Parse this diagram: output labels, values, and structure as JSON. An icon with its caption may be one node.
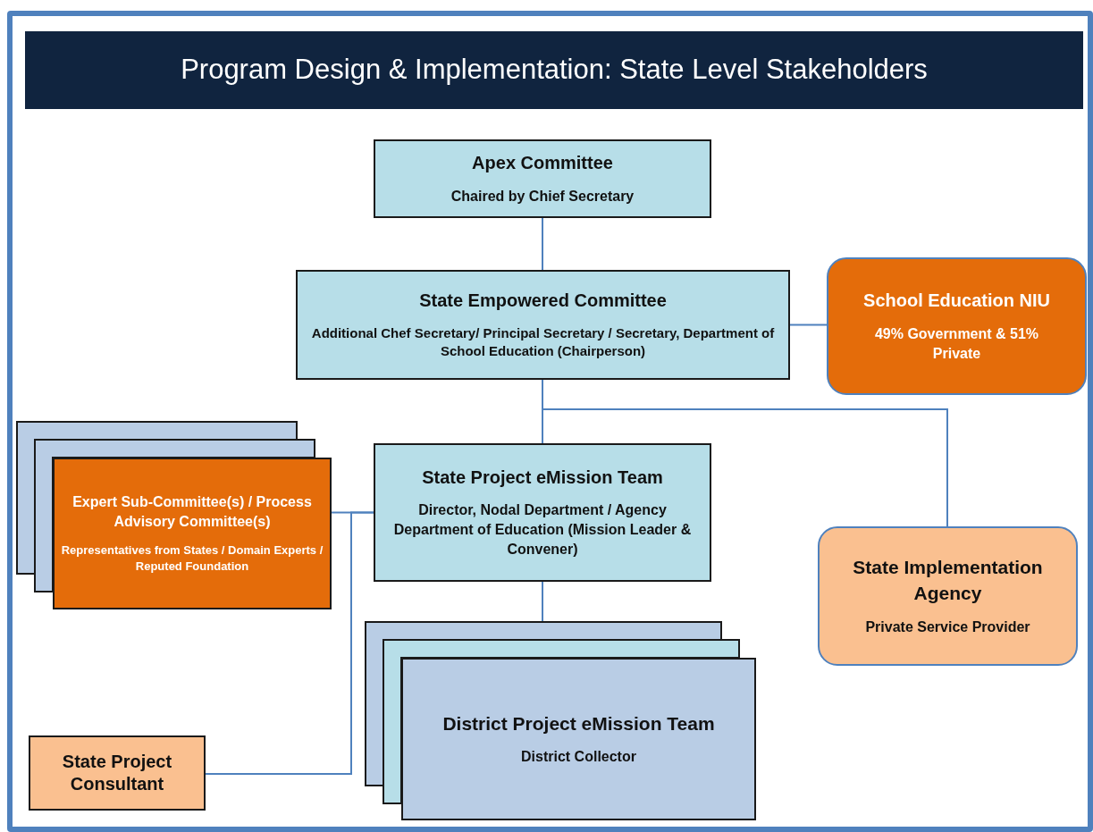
{
  "diagram": {
    "title": "Program Design & Implementation: State Level Stakeholders",
    "nodes": [
      {
        "text": [
          "Apex Committee",
          "Chaired by Chief Secretary"
        ]
      },
      {
        "text": [
          "State Empowered Committee",
          "Additional Chef Secretary/ Principal Secretary / Secretary, Department of School Education (Chairperson)"
        ]
      },
      {
        "text": [
          "School Education NIU",
          "49% Government & 51% Private"
        ]
      },
      {
        "text": [
          "Expert Sub-Committee(s) / Process Advisory Committee(s)",
          "Representatives from States / Domain Experts / Reputed Foundation"
        ]
      },
      {
        "text": [
          "State Project eMission Team",
          "Director, Nodal Department / Agency Department of Education (Mission Leader & Convener)"
        ]
      },
      {
        "text": [
          "State Implementation Agency",
          "Private Service Provider"
        ]
      },
      {
        "text": [
          "District Project eMission Team",
          "District Collector"
        ]
      },
      {
        "text": [
          "State Project Consultant"
        ]
      }
    ],
    "edges": [
      {
        "from": 0,
        "to": 1,
        "arrow": "none"
      },
      {
        "from": 1,
        "to": 2,
        "arrow": "none"
      },
      {
        "from": 1,
        "to": 4,
        "arrow": "none"
      },
      {
        "from": 1,
        "to": 5,
        "arrow": "none"
      },
      {
        "from": 3,
        "to": 4,
        "arrow": "none"
      },
      {
        "from": 7,
        "to": 4,
        "arrow": "none"
      },
      {
        "from": 4,
        "to": 6,
        "arrow": "none"
      }
    ]
  }
}
